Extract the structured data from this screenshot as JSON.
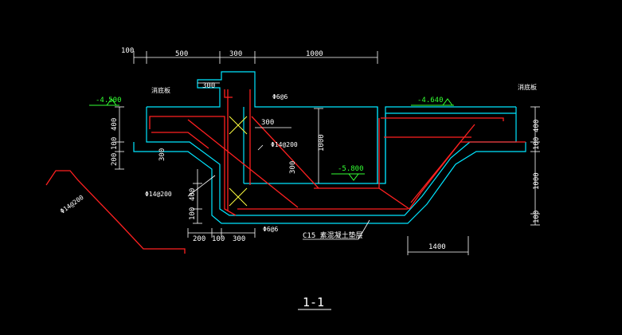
{
  "colors": {
    "background": "#000000",
    "outline": "#00e5ff",
    "rebar": "#ff2020",
    "dimension": "#ffffff",
    "level": "#33ff33",
    "cross": "#ffff40",
    "leader": "#33ff66"
  },
  "dimensions": {
    "top_left_100": "100",
    "top_500": "500",
    "top_300": "300",
    "top_1000": "1000",
    "notch_300": "300",
    "mid_300": "300",
    "vertical_1000": "1000",
    "vertical_300": "300",
    "slope_300": "300",
    "left_400": "400",
    "left_100": "100",
    "left_200": "200",
    "inner_400": "400",
    "inner_100": "100",
    "bottom_200": "200",
    "bottom_100": "100",
    "bottom_300": "300",
    "right_400": "400",
    "right_100a": "100",
    "right_1000": "1000",
    "right_100b": "100",
    "bottom_1400": "1400"
  },
  "levels": {
    "left_level": "-4.500",
    "right_level": "-4.640",
    "bottom_level": "-5.800"
  },
  "annotations": {
    "left_tag": "消底板",
    "right_tag": "消底板",
    "rebar_top": "Φ6@6",
    "rebar_mid": "Φ14@200",
    "rebar_left": "Φ14@200",
    "rebar_far_left": "Φ14@200",
    "rebar_bottom": "Φ6@6",
    "concrete_note": "C15 素混凝土垫层"
  },
  "title": "1-1"
}
